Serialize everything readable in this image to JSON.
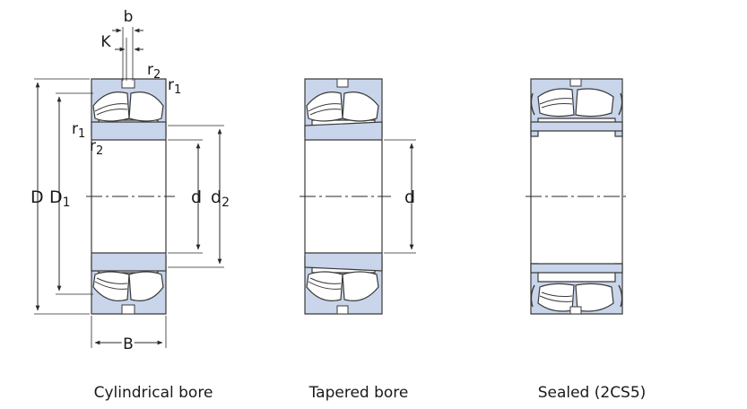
{
  "captions": {
    "cylindrical": "Cylindrical bore",
    "tapered": "Tapered bore",
    "sealed": "Sealed (2CS5)"
  },
  "dims": {
    "b": "b",
    "K": "K",
    "r1": "r",
    "r1_sub": "1",
    "r2": "r",
    "r2_sub": "2",
    "D": "D",
    "D1": "D",
    "D1_sub": "1",
    "d": "d",
    "d2": "d",
    "d2_sub": "2",
    "B": "B"
  },
  "colors": {
    "ring_fill": "#c9d5ea",
    "ring_stroke": "#3a3a3a",
    "roller_fill": "#ffffff",
    "line": "#2a2a2a",
    "center_line": "#2a2a2a"
  }
}
